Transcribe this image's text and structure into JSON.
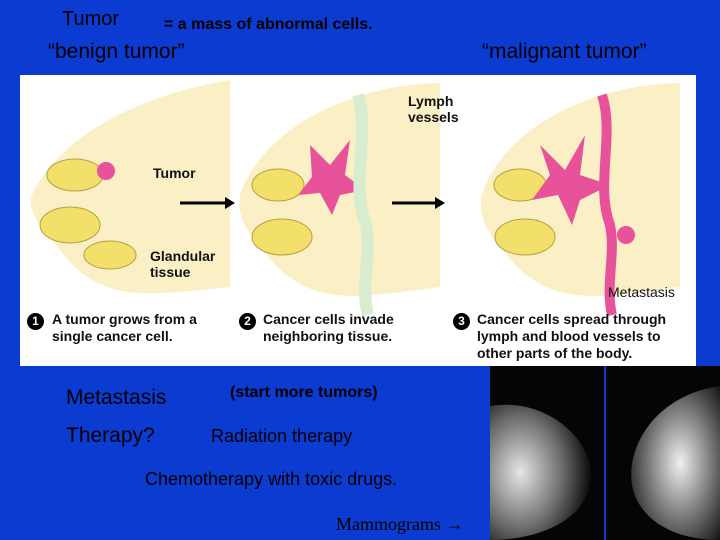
{
  "header": {
    "tumor": "Tumor",
    "definition": "= a mass of abnormal cells.",
    "benign": "“benign tumor”",
    "malignant": "“malignant tumor”"
  },
  "figure": {
    "labels": {
      "tumor": "Tumor",
      "glandular": "Glandular",
      "tissue": "tissue",
      "lymph": "Lymph",
      "vessels": "vessels",
      "metastasis": "Metastasis"
    },
    "steps": [
      {
        "num": "1",
        "line1": "A tumor grows from a",
        "line2": "single cancer cell.",
        "line3": ""
      },
      {
        "num": "2",
        "line1": "Cancer cells invade",
        "line2": "neighboring tissue.",
        "line3": ""
      },
      {
        "num": "3",
        "line1": "Cancer cells spread through",
        "line2": "lymph and blood vessels to",
        "line3": "other parts of the body."
      }
    ]
  },
  "notes": {
    "metastasis": "Metastasis",
    "start": "(start more tumors)",
    "therapy": "Therapy?",
    "radiation": "Radiation therapy",
    "chemo": "Chemotherapy with toxic drugs.",
    "mammograms": "Mammograms",
    "arrow": "→"
  },
  "colors": {
    "background": "#0c3bd1",
    "breast": "#fbefc6",
    "gland": "#f3e06a",
    "tumor": "#e8529b",
    "vessel": "#d8ecd0"
  }
}
